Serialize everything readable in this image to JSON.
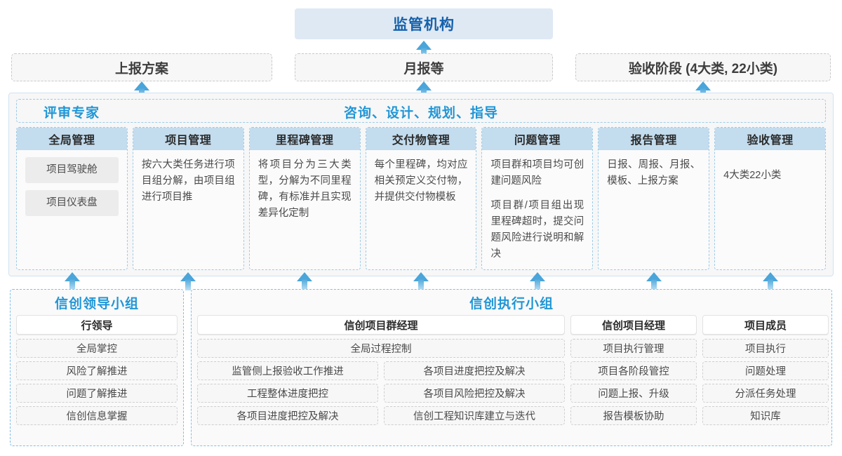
{
  "top": {
    "regulator": "监管机构",
    "documents": [
      {
        "label": "上报方案"
      },
      {
        "label": "月报等"
      },
      {
        "label": "验收阶段 (4大类, 22小类)"
      }
    ]
  },
  "middle": {
    "left_title": "评审专家",
    "center_title": "咨询、设计、规划、指导",
    "columns": [
      {
        "head": "全局管理",
        "chips": [
          "项目驾驶舱",
          "项目仪表盘"
        ],
        "paragraphs": []
      },
      {
        "head": "项目管理",
        "chips": [],
        "paragraphs": [
          "按六大类任务进行项目组分解，由项目组进行项目推"
        ]
      },
      {
        "head": "里程碑管理",
        "chips": [],
        "paragraphs": [
          "将项目分为三大类型，分解为不同里程碑，有标准并且实现差异化定制"
        ]
      },
      {
        "head": "交付物管理",
        "chips": [],
        "paragraphs": [
          "每个里程碑，均对应相关预定义交付物，并提供交付物模板"
        ]
      },
      {
        "head": "问题管理",
        "chips": [],
        "paragraphs": [
          "项目群和项目均可创建问题风险",
          "项目群/项目组出现里程碑超时，提交问题风险进行说明和解决"
        ]
      },
      {
        "head": "报告管理",
        "chips": [],
        "paragraphs": [
          "日报、周报、月报、模板、上报方案"
        ]
      },
      {
        "head": "验收管理",
        "chips": [],
        "paragraphs": [
          "4大类22小类"
        ]
      }
    ]
  },
  "bottom": {
    "leader_group": {
      "title": "信创领导小组",
      "role": "行领导",
      "items": [
        "全局掌控",
        "风险了解推进",
        "问题了解推进",
        "信创信息掌握"
      ]
    },
    "exec_group": {
      "title": "信创执行小组",
      "program_manager": {
        "role": "信创项目群经理",
        "wide_item": "全局过程控制",
        "left_items": [
          "监管侧上报验收工作推进",
          "工程整体进度把控",
          "各项目进度把控及解决"
        ],
        "right_items": [
          "各项目进度把控及解决",
          "各项目风险把控及解决",
          "信创工程知识库建立与迭代"
        ]
      },
      "project_manager": {
        "role": "信创项目经理",
        "items": [
          "项目执行管理",
          "项目各阶段管控",
          "问题上报、升级",
          "报告模板协助"
        ]
      },
      "member": {
        "role": "项目成员",
        "items": [
          "项目执行",
          "问题处理",
          "分派任务处理",
          "知识库"
        ]
      }
    }
  },
  "colors": {
    "accent_blue": "#2196d6",
    "title_blue": "#1661ab",
    "col_head_bg": "#c3dcee",
    "regulator_bg": "#dfe9f4",
    "arrow": "#49a5da"
  }
}
